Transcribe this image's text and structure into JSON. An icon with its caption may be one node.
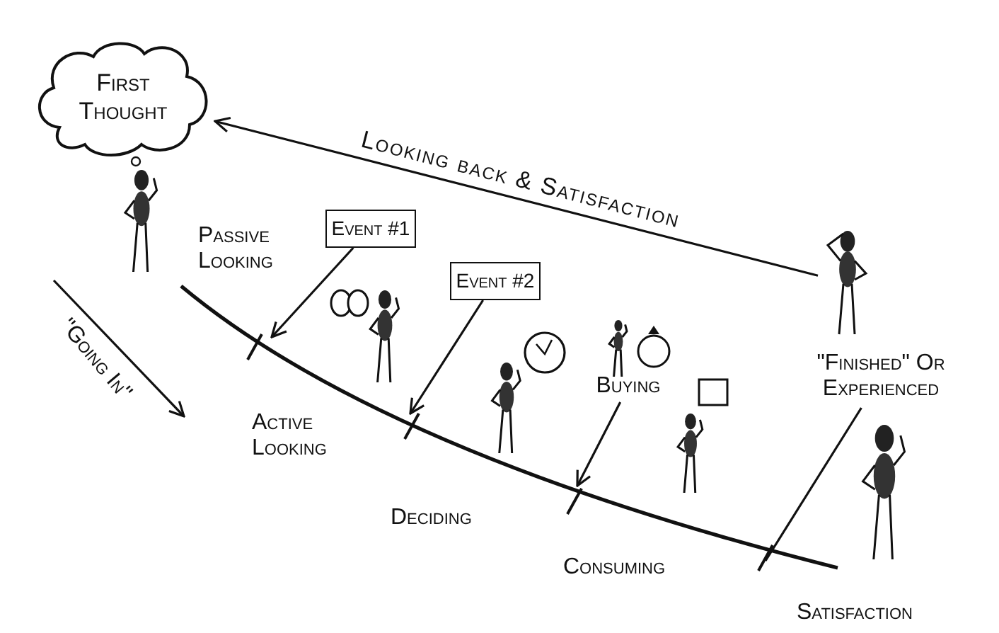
{
  "diagram": {
    "nodes": [
      {
        "text": [
          "First Thought"
        ]
      },
      {
        "text": [
          "Event #1"
        ]
      },
      {
        "text": [
          "Event #2"
        ]
      },
      {
        "text": [
          "Buying"
        ]
      },
      {
        "text": [
          "\"Finished\" Or Experienced"
        ]
      },
      {
        "text": [],
        "shape": "person"
      }
    ],
    "edges": [
      {
        "from": 5,
        "to": 0,
        "arrow": "to",
        "label": "Looking back & Satisfaction"
      },
      {
        "from": 1,
        "to": null,
        "arrow": "to"
      },
      {
        "from": 2,
        "to": null,
        "arrow": "to"
      },
      {
        "from": 3,
        "to": null,
        "arrow": "to"
      },
      {
        "from": 4,
        "to": null,
        "arrow": "none"
      }
    ],
    "labels": [
      "Passive Looking",
      "\"Going In\"",
      "Active Looking",
      "Deciding",
      "Consuming",
      "Satisfaction"
    ]
  }
}
